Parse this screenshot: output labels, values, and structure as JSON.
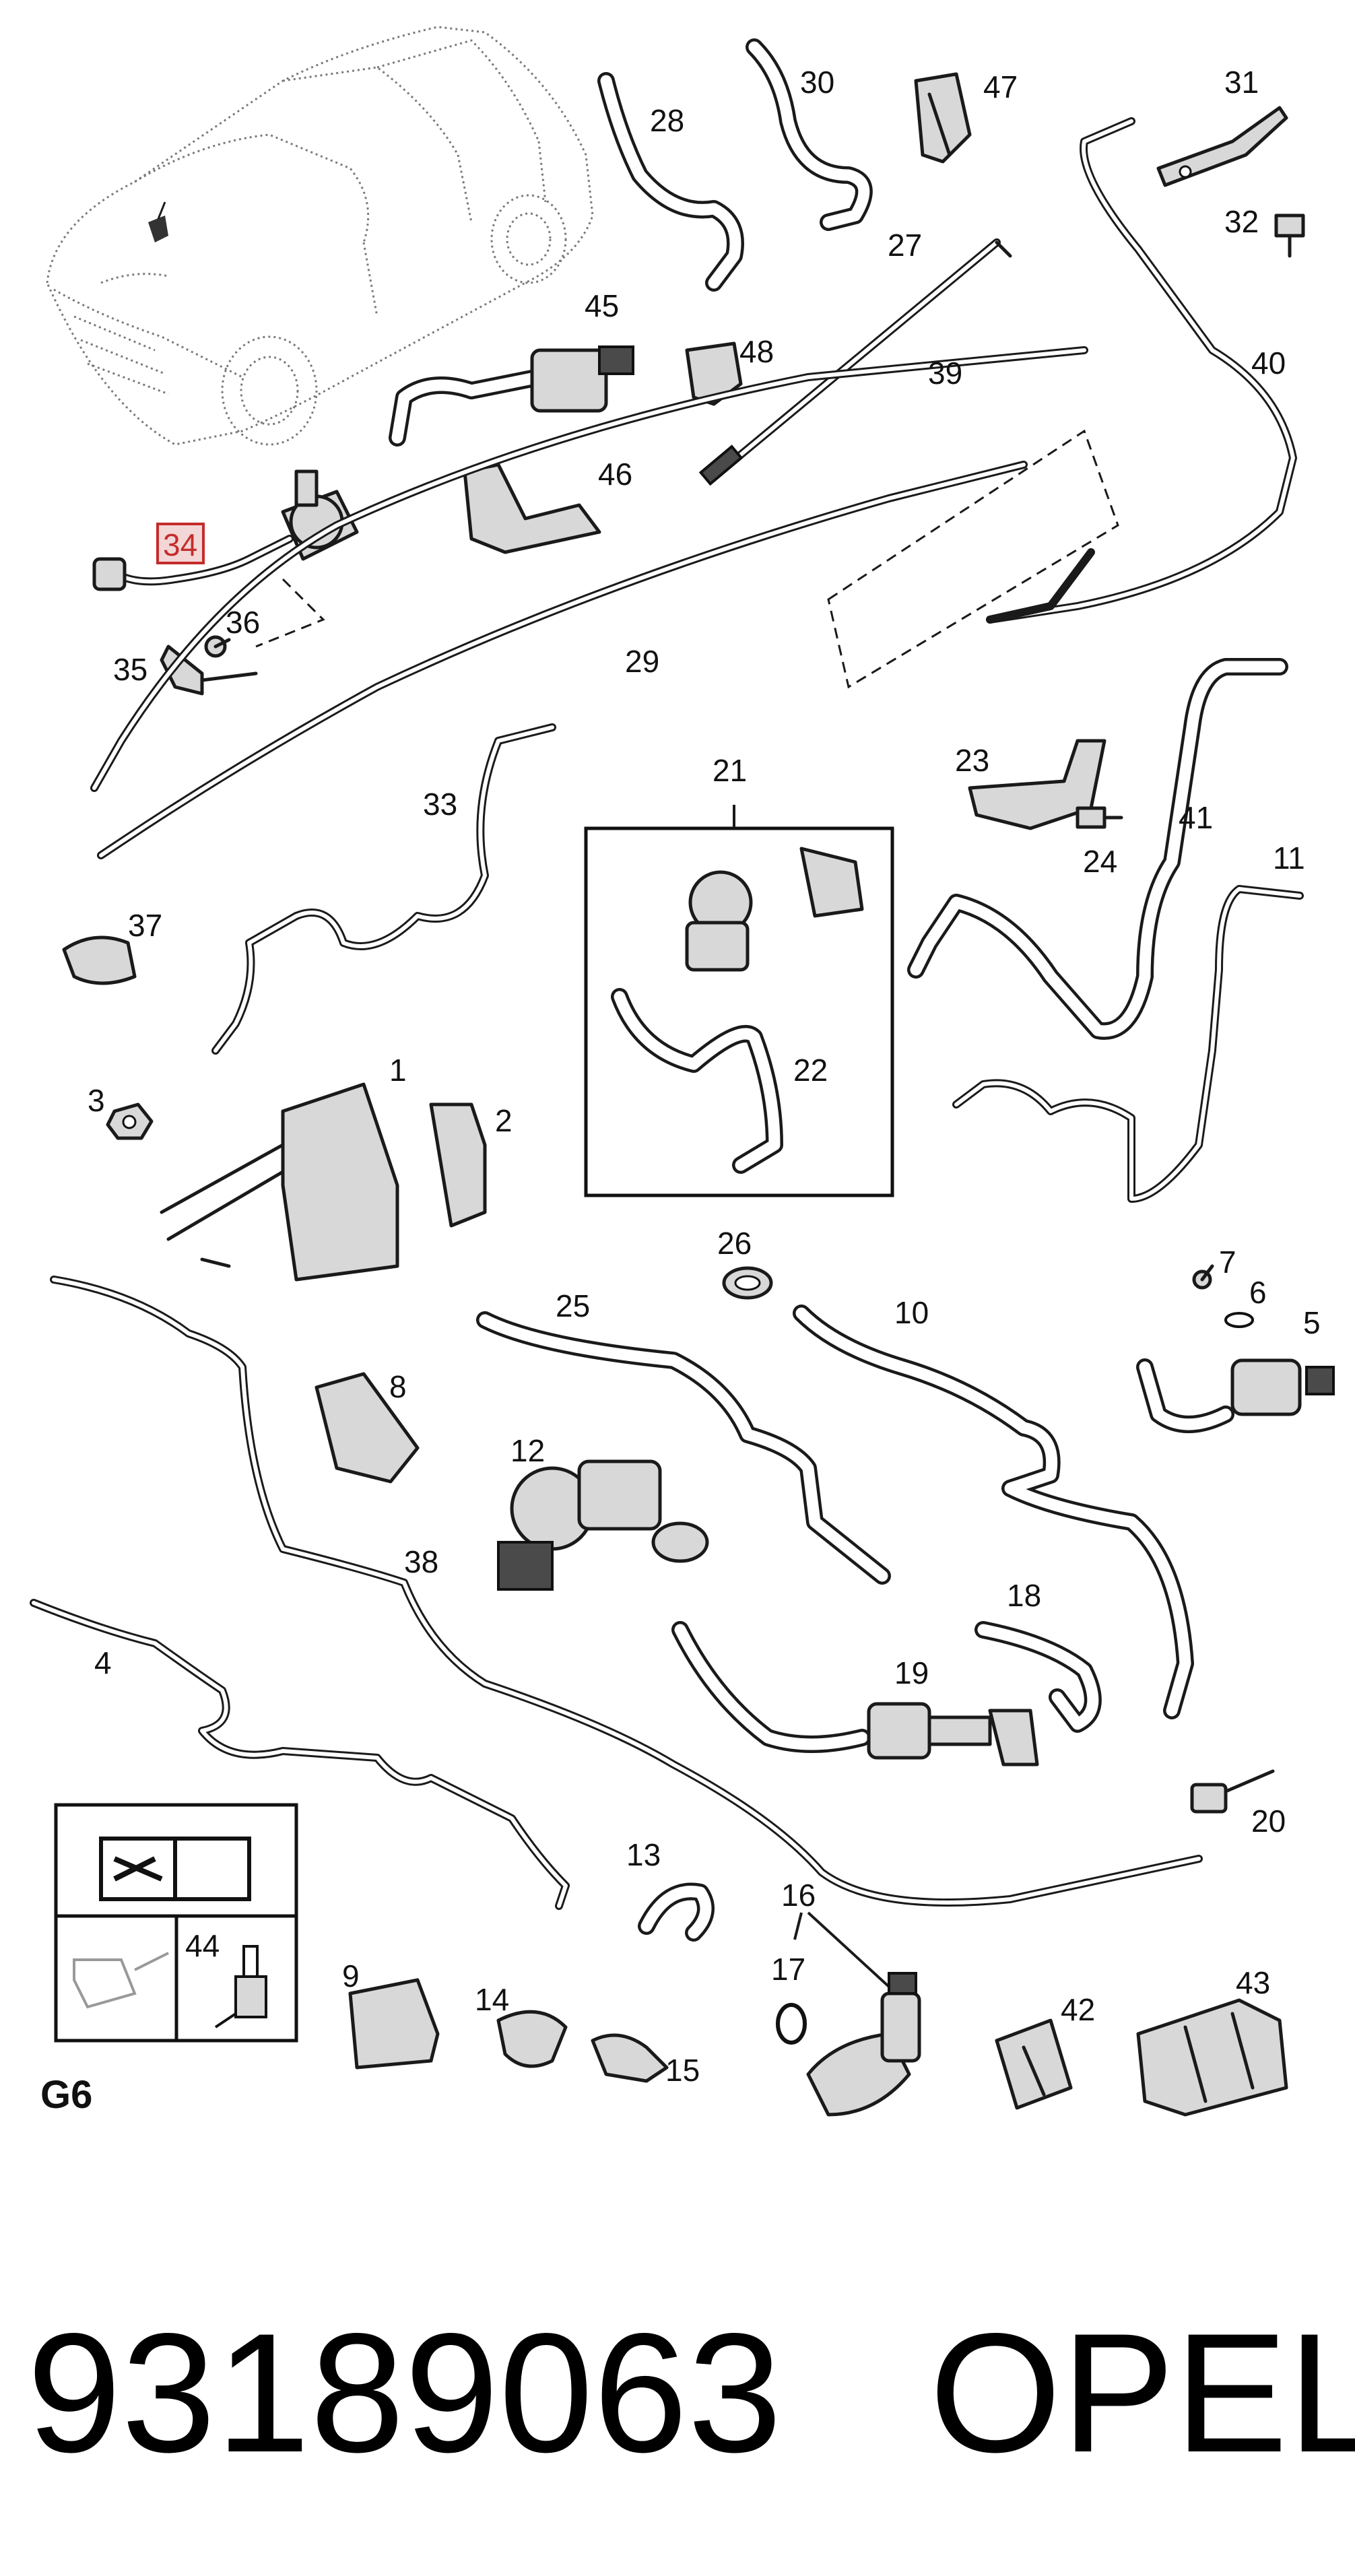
{
  "callouts": {
    "c1": "1",
    "c2": "2",
    "c3": "3",
    "c4": "4",
    "c5": "5",
    "c6": "6",
    "c7": "7",
    "c8": "8",
    "c9": "9",
    "c10": "10",
    "c11": "11",
    "c12": "12",
    "c13": "13",
    "c14": "14",
    "c15": "15",
    "c16": "16",
    "c17": "17",
    "c18": "18",
    "c19": "19",
    "c20": "20",
    "c21": "21",
    "c22": "22",
    "c23": "23",
    "c24": "24",
    "c25": "25",
    "c26": "26",
    "c27": "27",
    "c28": "28",
    "c29": "29",
    "c30": "30",
    "c31": "31",
    "c32": "32",
    "c33": "33",
    "c34": "34",
    "c35": "35",
    "c36": "36",
    "c37": "37",
    "c38": "38",
    "c39": "39",
    "c40": "40",
    "c41": "41",
    "c42": "42",
    "c43": "43",
    "c44": "44",
    "c45": "45",
    "c46": "46",
    "c47": "47",
    "c48": "48"
  },
  "highlighted_callout": "34",
  "highlight_color": "#c42c2c",
  "legend": {
    "group_label": "G6",
    "cell_44_label": "44",
    "icons": [
      "manual-book-wrench-icon",
      "oil-can-icon",
      "bottle-dropper-icon"
    ]
  },
  "footer": {
    "part_number": "93189063",
    "brand": "OPEL"
  }
}
